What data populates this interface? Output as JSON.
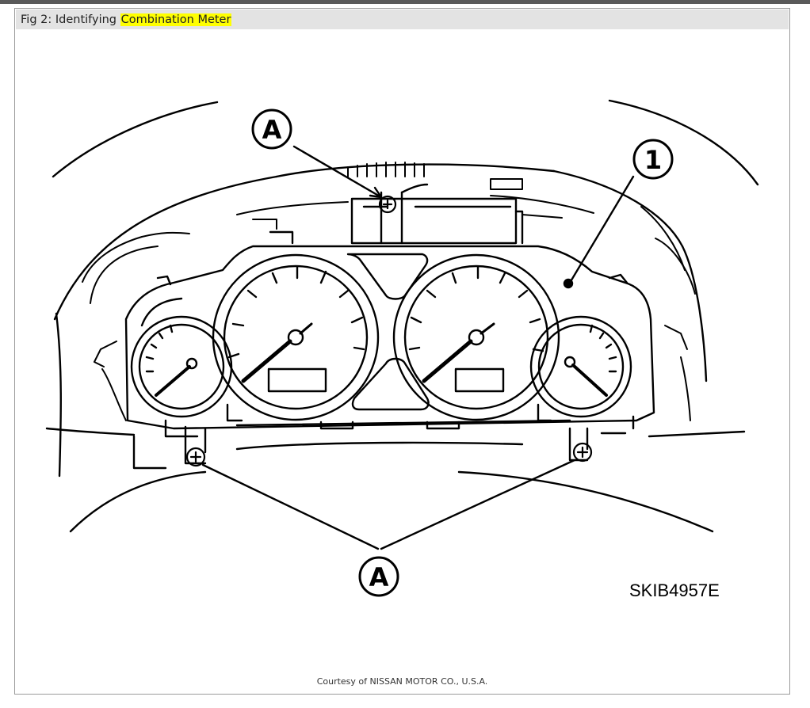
{
  "figure": {
    "caption_prefix": "Fig 2: Identifying ",
    "caption_highlight": "Combination Meter",
    "highlight_color": "#ffff00",
    "credit": "Courtesy of NISSAN MOTOR CO., U.S.A."
  },
  "diagram": {
    "callout_top": "A",
    "callout_bottom": "A",
    "callout_number": "1",
    "code": "SKIB4957E"
  }
}
